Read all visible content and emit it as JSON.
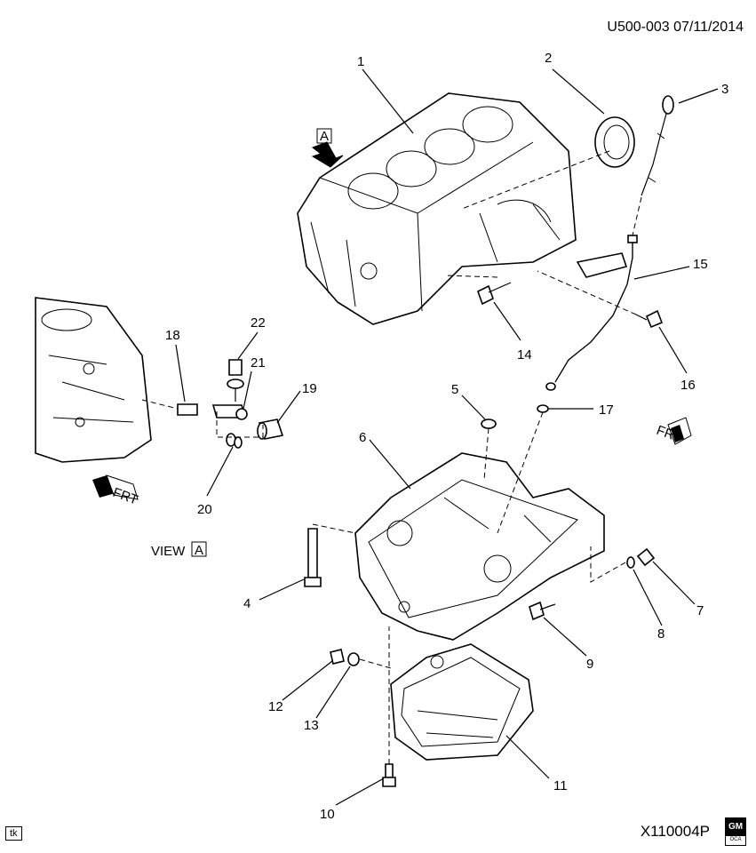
{
  "header": {
    "doc_id": "U500-003  07/11/2014"
  },
  "footer": {
    "figure_id": "X110004P",
    "tag": "tk",
    "logo_top": "GM",
    "logo_bottom": "OCA"
  },
  "view_label": {
    "text": "VIEW",
    "boxed": "A"
  },
  "arrow_label": "A",
  "frt_label": "FRT",
  "callouts": {
    "c1": "1",
    "c2": "2",
    "c3": "3",
    "c4": "4",
    "c5": "5",
    "c6": "6",
    "c7": "7",
    "c8": "8",
    "c9": "9",
    "c10": "10",
    "c11": "11",
    "c12": "12",
    "c13": "13",
    "c14": "14",
    "c15": "15",
    "c16": "16",
    "c17": "17",
    "c18": "18",
    "c19": "19",
    "c20": "20",
    "c21": "21",
    "c22": "22"
  }
}
